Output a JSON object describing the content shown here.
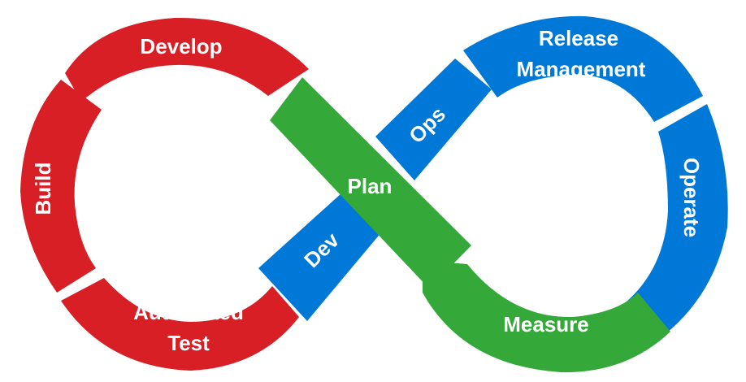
{
  "colors": {
    "dev": "#d81f26",
    "ops": "#0078d7",
    "plan": "#34a93a",
    "text": "#ffffff"
  },
  "segments": {
    "develop": "Develop",
    "build": "Build",
    "automated_test_line1": "Automated",
    "automated_test_line2": "Test",
    "dev": "Dev",
    "plan": "Plan",
    "ops": "Ops",
    "release_line1": "Release",
    "release_line2": "Management",
    "operate": "Operate",
    "measure": "Measure"
  }
}
